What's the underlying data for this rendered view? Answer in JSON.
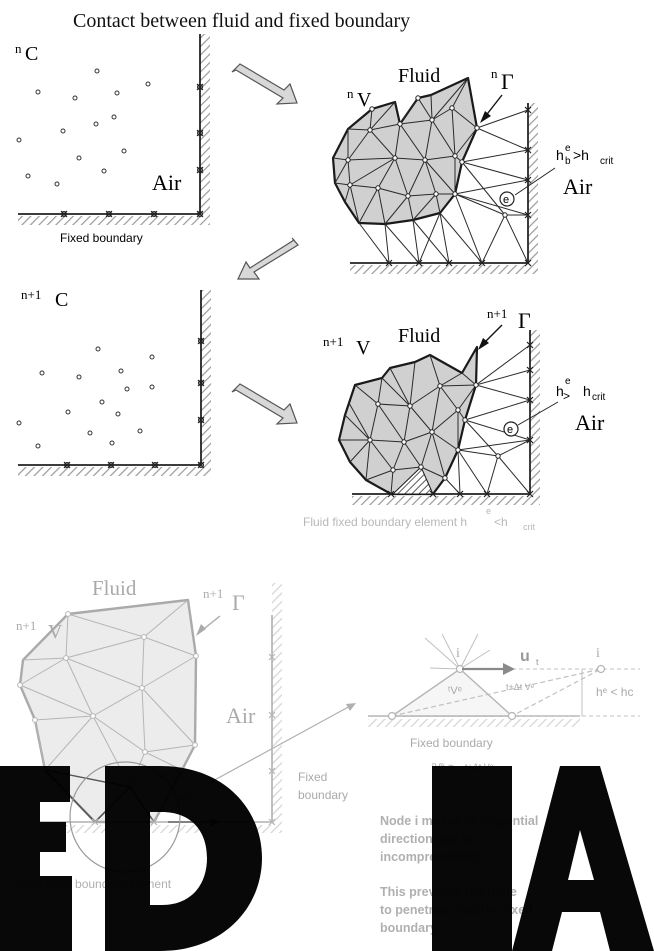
{
  "title": "Contact between fluid and fixed boundary",
  "panel1": {
    "cloud_label_sup": "n",
    "cloud_label": "C",
    "air_label": "Air",
    "boundary_label": "Fixed boundary"
  },
  "panel2": {
    "volume_sup": "n",
    "volume_label": "V",
    "fluid_label": "Fluid",
    "gamma_sup": "n",
    "gamma_label": "Γ",
    "criterion_h": "h",
    "criterion_h_sup": "e",
    "criterion_h_sub": "b",
    "criterion_rest": ">h",
    "criterion_sub": "crit",
    "element_marker": "e",
    "air_label": "Air"
  },
  "panel3": {
    "cloud_label_sup": "n+1",
    "cloud_label": "C"
  },
  "panel4": {
    "volume_sup": "n+1",
    "volume_label": "V",
    "fluid_label": "Fluid",
    "gamma_sup": "n+1",
    "gamma_label": "Γ",
    "criterion_h": "h",
    "criterion_h_sup": "e",
    "criterion_symbol": ">",
    "criterion_rhs": "h",
    "criterion_sub": "crit",
    "element_marker": "e",
    "air_label": "Air",
    "caption_prefix": "Fluid fixed boundary element  h",
    "caption_sup": "e",
    "caption_mid": "<h",
    "caption_sub": "crit"
  },
  "panel5": {
    "volume_sup": "n+1",
    "volume_label": "V",
    "fluid_label": "Fluid",
    "gamma_sup": "n+1",
    "gamma_label": "Γ",
    "air_label": "Air",
    "boundary_label_line1": "Fixed",
    "boundary_label_line2": "boundary",
    "element_label": "Fluid fixed boundary element"
  },
  "panel6": {
    "node_left": "i",
    "node_right": "i",
    "velocity_label": "u",
    "velocity_sub": "t",
    "volume_left": "ᵗVᵉ",
    "volume_right": "t+Δt Vᵉ",
    "height_label": "hᵉ < hc",
    "boundary_label": "Fixed boundary",
    "equation_lhs": "ᵗVᵉ",
    "equation_eq": " = ",
    "equation_rhs": "t+Δt Vᵉ"
  },
  "notes": {
    "line1": "Node i moves in tangential",
    "line2": "direction due to",
    "line3": "incompressibility",
    "line4": "This prevents the node",
    "line5": " to penetrate into the fixed",
    "line6": "boundary"
  },
  "colors": {
    "fluid_fill": "#d0d0d0",
    "fluid_faded_fill": "#ececec",
    "line": "#1a1a1a",
    "faded": "#b0b0b0",
    "watermark": "#000000"
  }
}
